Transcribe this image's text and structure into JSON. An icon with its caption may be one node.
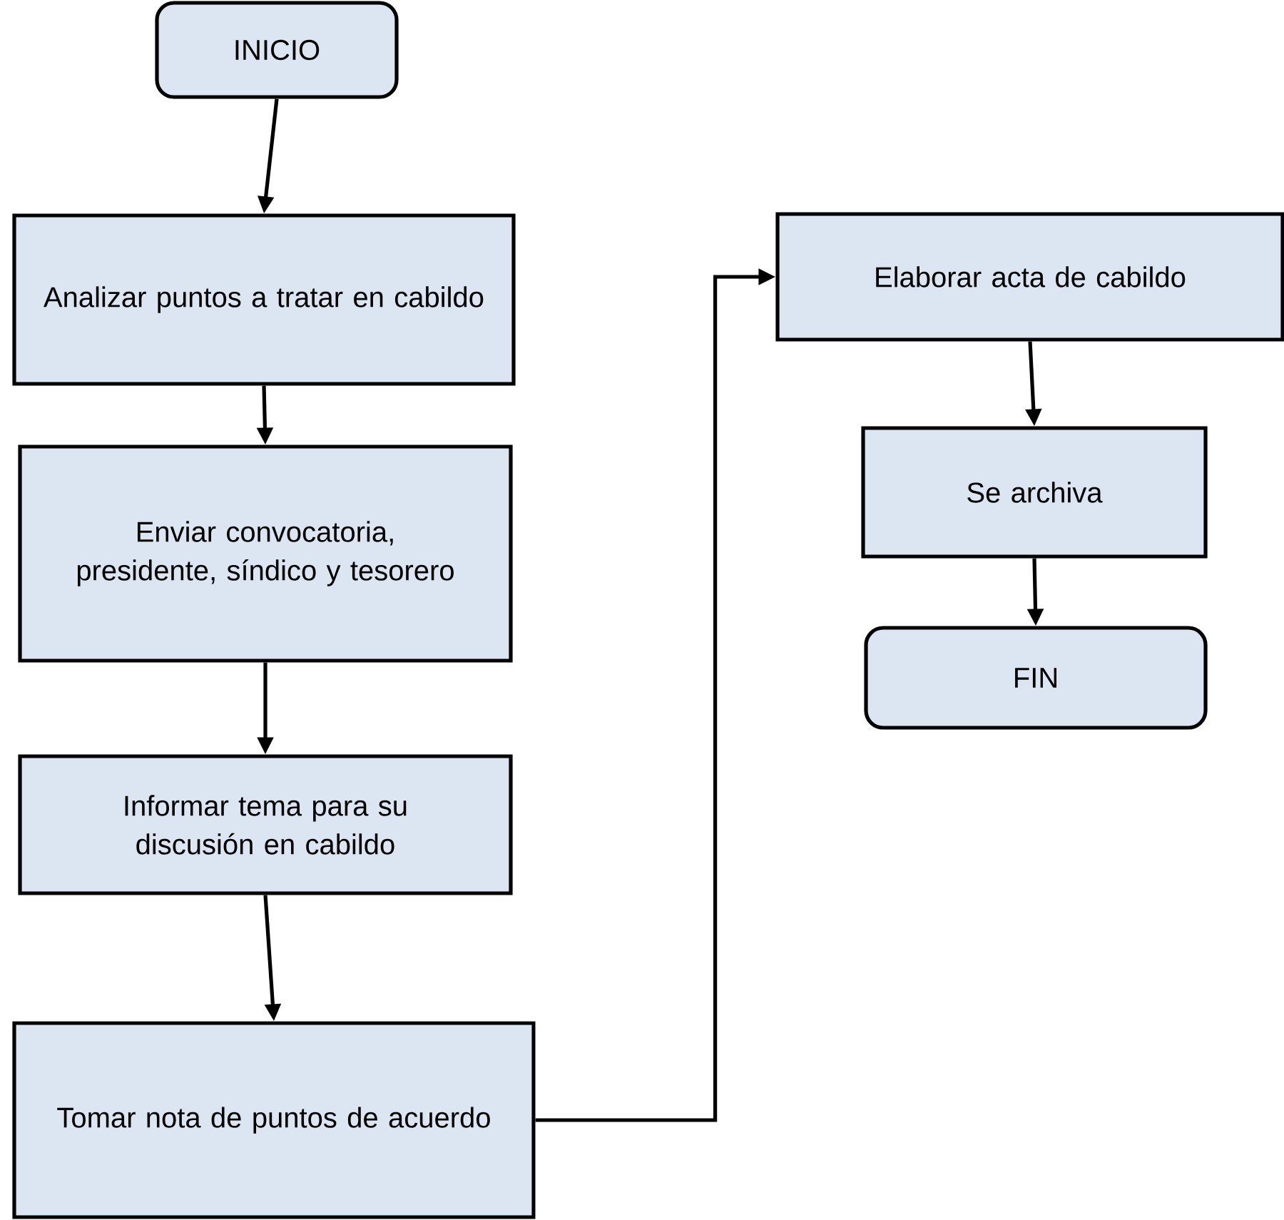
{
  "diagram": {
    "nodes": [
      {
        "text": [
          "INICIO"
        ]
      },
      {
        "text": [
          "Analizar puntos a tratar en cabildo"
        ]
      },
      {
        "text": [
          "Enviar convocatoria, presidente, síndico y tesorero"
        ]
      },
      {
        "text": [
          "Informar tema para su discusión en cabildo"
        ]
      },
      {
        "text": [
          "Tomar nota de puntos de acuerdo"
        ]
      },
      {
        "text": [
          "Elaborar acta de cabildo"
        ]
      },
      {
        "text": [
          "Se archiva"
        ]
      },
      {
        "text": [
          "FIN"
        ]
      }
    ],
    "edges": [
      {
        "from": 0,
        "to": 1,
        "arrow": "to"
      },
      {
        "from": 1,
        "to": 2,
        "arrow": "to"
      },
      {
        "from": 2,
        "to": 3,
        "arrow": "to"
      },
      {
        "from": 3,
        "to": 4,
        "arrow": "to"
      },
      {
        "from": 4,
        "to": 5,
        "arrow": "to"
      },
      {
        "from": 5,
        "to": 6,
        "arrow": "to"
      },
      {
        "from": 6,
        "to": 7,
        "arrow": "to"
      }
    ]
  }
}
